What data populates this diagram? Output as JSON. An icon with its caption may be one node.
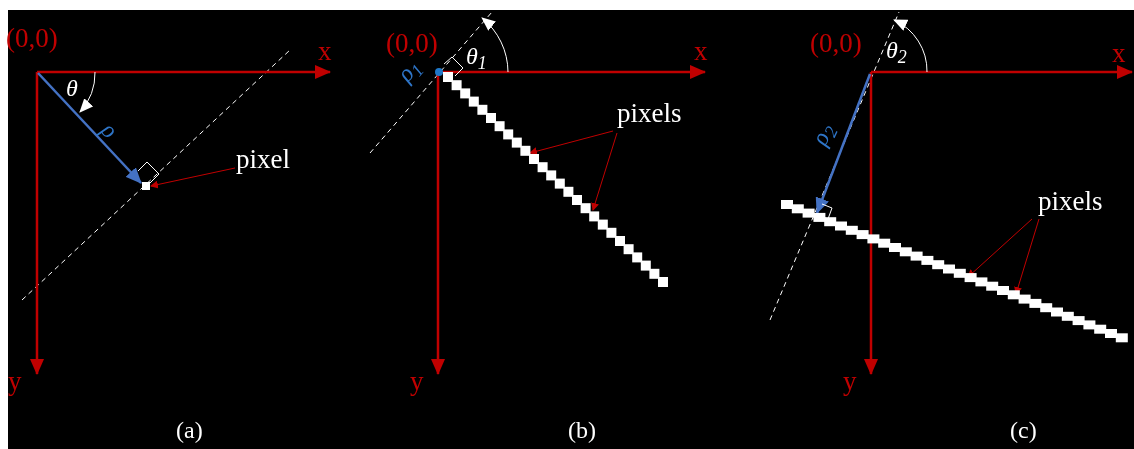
{
  "diagram": {
    "nodes": [
      {
        "text": [
          "pixel"
        ]
      },
      {
        "text": [],
        "shape": "box"
      },
      {
        "text": [
          "pixels"
        ]
      },
      {
        "text": [],
        "shape": "bar"
      },
      {
        "text": [
          "pixels"
        ]
      },
      {
        "text": [],
        "shape": "bar"
      }
    ],
    "edges": [
      {
        "from": 0,
        "to": 1,
        "arrow": "to",
        "color": "#c00000"
      },
      {
        "from": 2,
        "to": 3,
        "arrow": "to",
        "color": "#c00000"
      },
      {
        "from": 2,
        "to": 3,
        "arrow": "to",
        "color": "#c00000"
      },
      {
        "from": 4,
        "to": 5,
        "arrow": "to",
        "color": "#c00000"
      },
      {
        "from": 4,
        "to": 5,
        "arrow": "to",
        "color": "#c00000"
      }
    ],
    "labels": [
      "(0,0)",
      "x",
      "θ",
      "ρ",
      "y",
      "(a)",
      "(0,0)",
      "θ$_{1}$",
      "x",
      "ρ$_{1}$",
      "y",
      "(b)",
      "(0,0)",
      "θ$_{2}$",
      "x",
      "ρ$_{2}$",
      "y",
      "(c)"
    ]
  }
}
